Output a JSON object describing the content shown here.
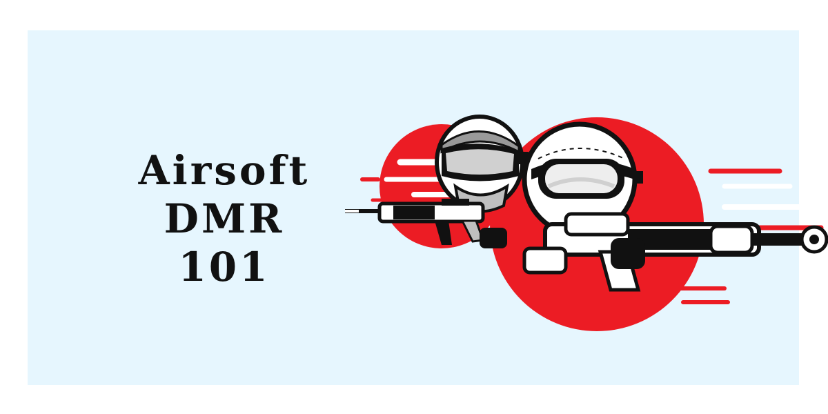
{
  "heading": {
    "line1": "Airsoft",
    "line2": "DMR",
    "line3": "101"
  },
  "colors": {
    "panel_background": "#e6f6fe",
    "accent_red": "#ec1c24",
    "ink": "#111111",
    "helmet_gray": "#bfbfbf"
  },
  "illustration": {
    "subject": "two-cartoon-airsoft-players-with-rifles",
    "icons": [
      "red-sun-circle",
      "speed-lines",
      "masked-player",
      "goggled-player",
      "assault-rifle",
      "dmr-rifle"
    ]
  }
}
